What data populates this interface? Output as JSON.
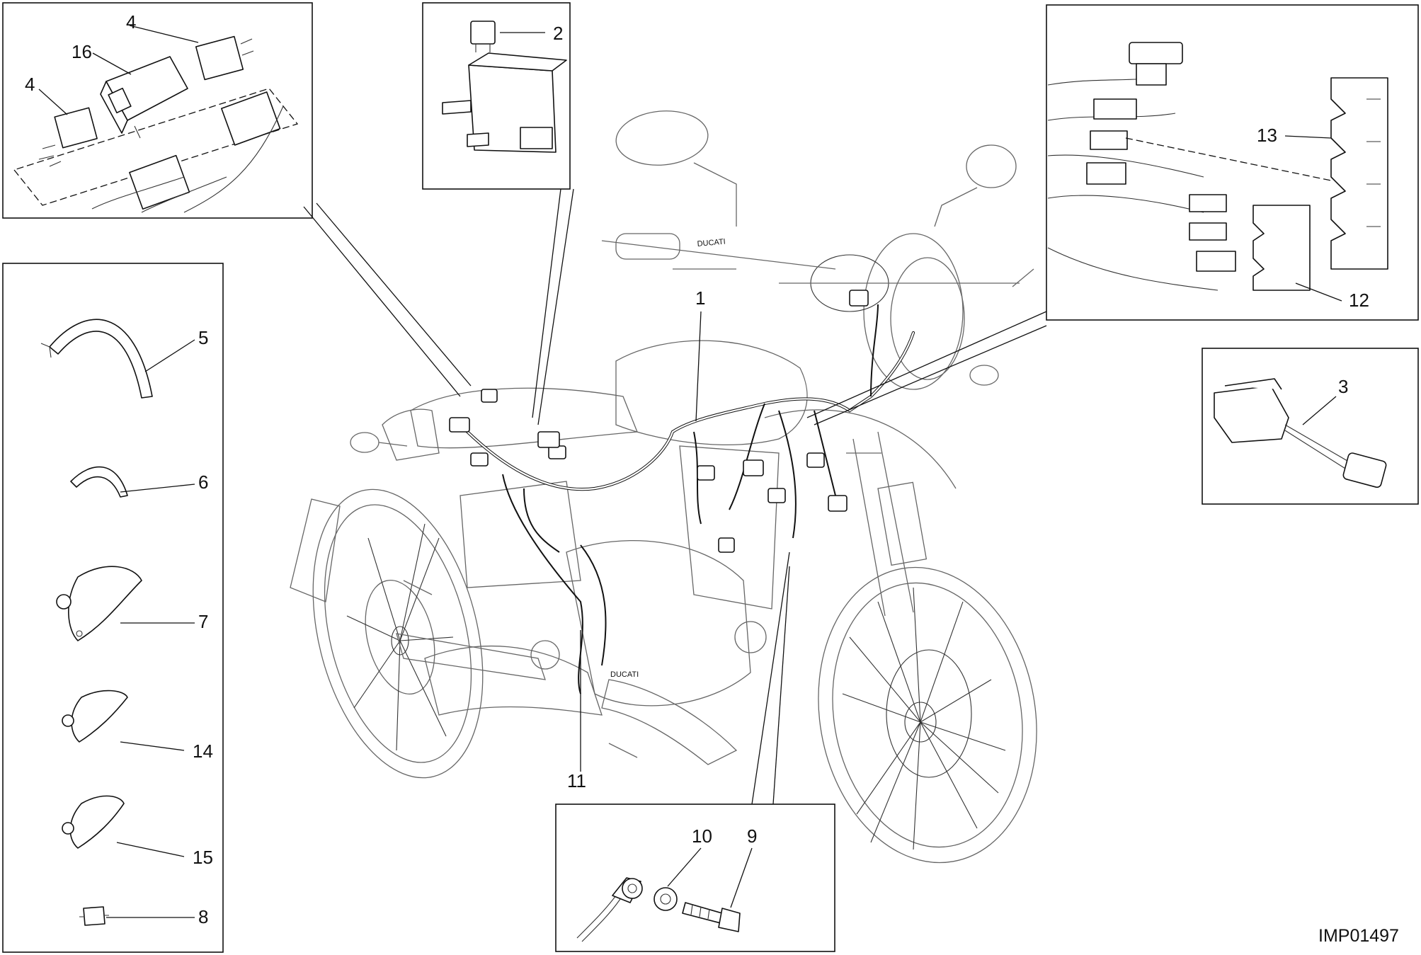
{
  "callouts": {
    "c1": "1",
    "c2": "2",
    "c3": "3",
    "c4a": "4",
    "c4b": "4",
    "c5": "5",
    "c6": "6",
    "c7": "7",
    "c8": "8",
    "c9": "9",
    "c10": "10",
    "c11": "11",
    "c12": "12",
    "c13": "13",
    "c14": "14",
    "c15": "15",
    "c16": "16"
  },
  "drawing_code": "IMP01497",
  "brand_marking": "DUCATI"
}
